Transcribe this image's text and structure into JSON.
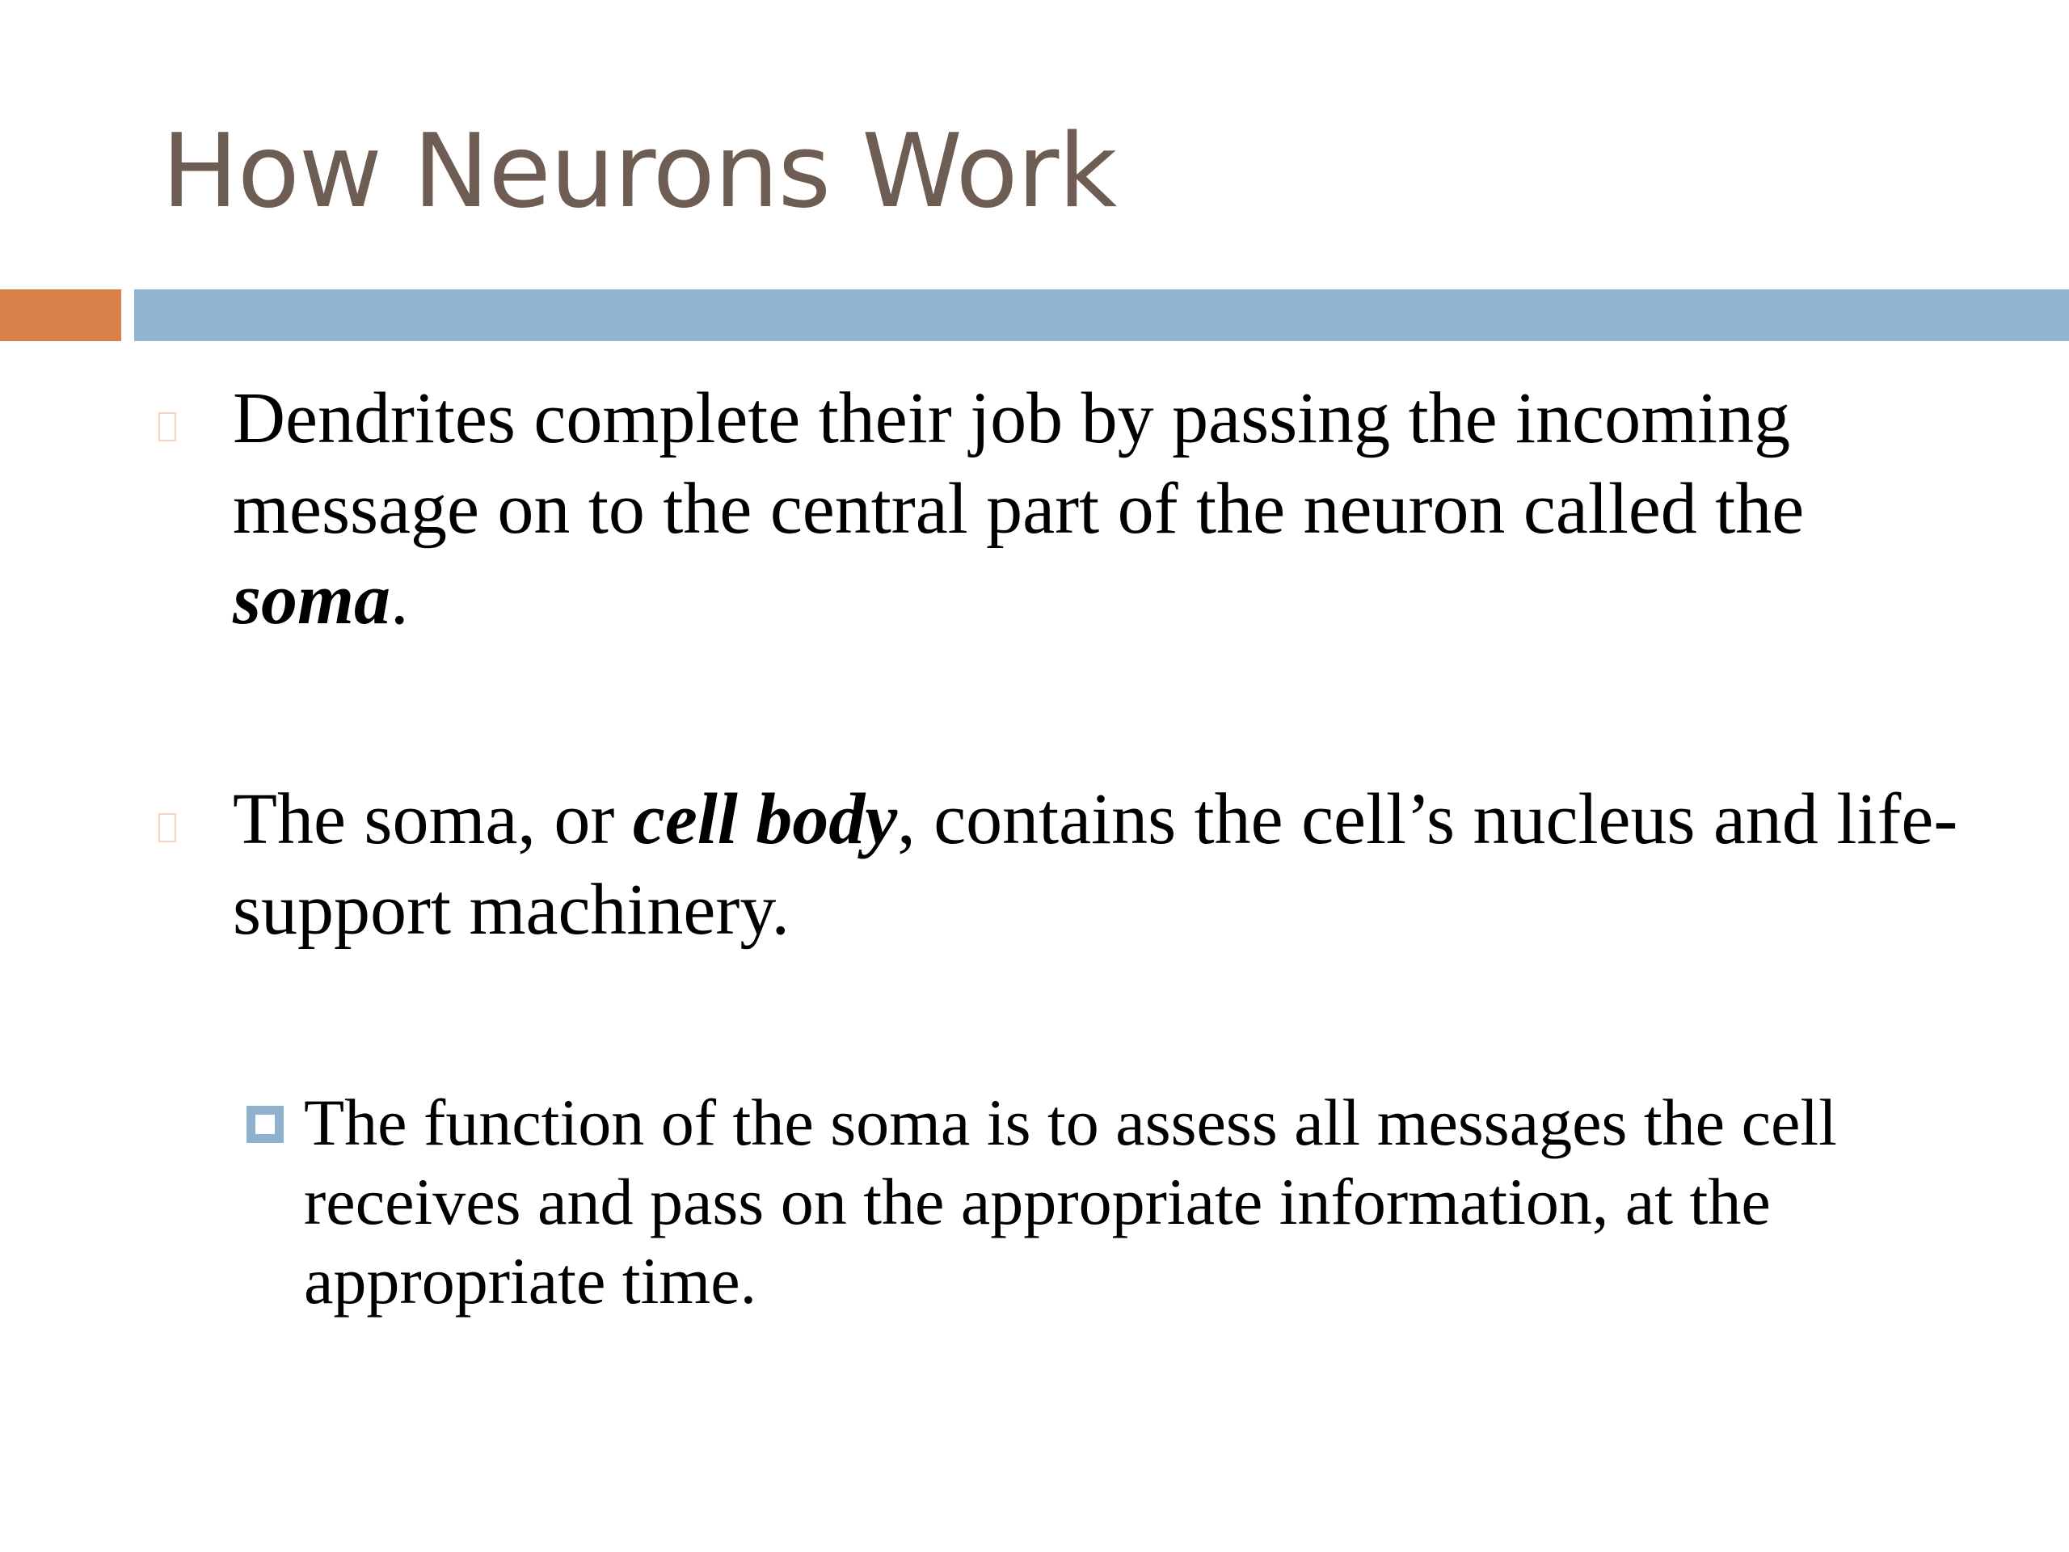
{
  "title": "How Neurons Work",
  "colors": {
    "title_text": "#6e5d52",
    "accent_orange": "#d9814a",
    "accent_blue": "#93b4d1",
    "sub_bullet_marker": "#8fb0cf"
  },
  "bullets": [
    {
      "marker_icon": "empty-square-glyph-icon",
      "text_before": "Dendrites complete their job by passing the incoming message on to the central part of the neuron called the ",
      "emphasis": "soma",
      "text_after": "."
    },
    {
      "marker_icon": "empty-square-glyph-icon",
      "text_before": "The soma, or ",
      "emphasis": "cell body",
      "text_after": ", contains the cell’s nucleus and life-support machinery."
    }
  ],
  "sub_bullets": [
    {
      "marker_icon": "hollow-square-bullet-icon",
      "text": "The function of the soma is to assess all messages the cell receives and pass on the appropriate information, at the appropriate time."
    }
  ]
}
